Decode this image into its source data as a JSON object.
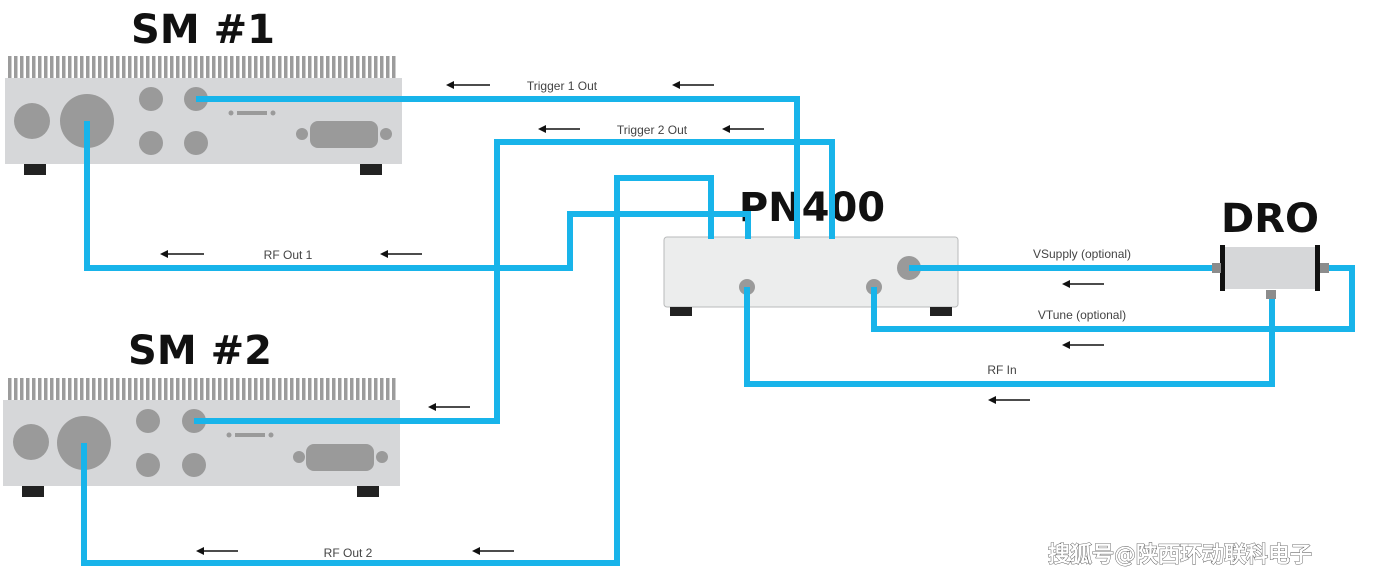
{
  "devices": {
    "sm1": {
      "title": "SM #1"
    },
    "sm2": {
      "title": "SM #2"
    },
    "pn400": {
      "title": "PN400"
    },
    "dro": {
      "title": "DRO"
    }
  },
  "connections": {
    "trigger1": {
      "label": "Trigger 1 Out"
    },
    "trigger2": {
      "label": "Trigger 2 Out"
    },
    "rf_out1": {
      "label": "RF Out 1"
    },
    "rf_out2": {
      "label": "RF Out 2"
    },
    "vsupply": {
      "label": "VSupply (optional)"
    },
    "vtune": {
      "label": "VTune (optional)"
    },
    "rf_in": {
      "label": "RF In"
    }
  },
  "watermark": {
    "text": "搜狐号@陕西环动联科电子"
  },
  "colors": {
    "cable": "#18b4ea",
    "device_body": "#d6d7d9",
    "knob": "#9a9a9a",
    "foot": "#222222",
    "heatsink": "#9c9c9c"
  }
}
